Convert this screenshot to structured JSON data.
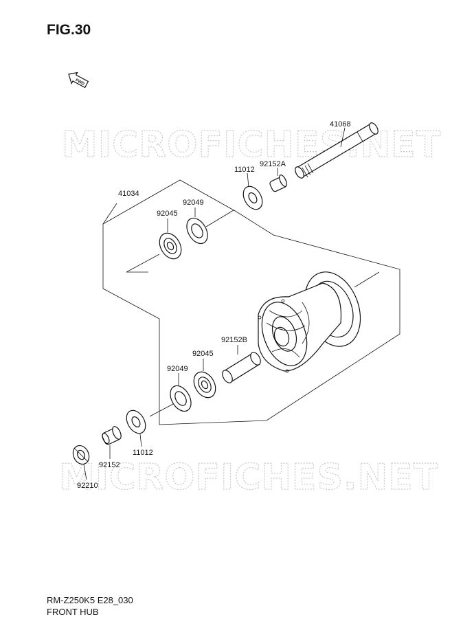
{
  "figure": {
    "title": "FIG.30",
    "fwd_badge": "FWD",
    "watermark": "MICROFICHES.NET"
  },
  "footer": {
    "model_code": "RM-Z250K5 E28_030",
    "section_name": "FRONT HUB"
  },
  "labels": {
    "axle": "41068",
    "hub_assy": "41034",
    "collar_upper": "11012",
    "spacer_a": "92152A",
    "seal_upper": "92049",
    "bearing_upper": "92045",
    "spacer_b": "92152B",
    "bearing_lower": "92045",
    "seal_lower": "92049",
    "spacer_lower": "92152",
    "collar_lower": "11012",
    "nut": "92210"
  }
}
